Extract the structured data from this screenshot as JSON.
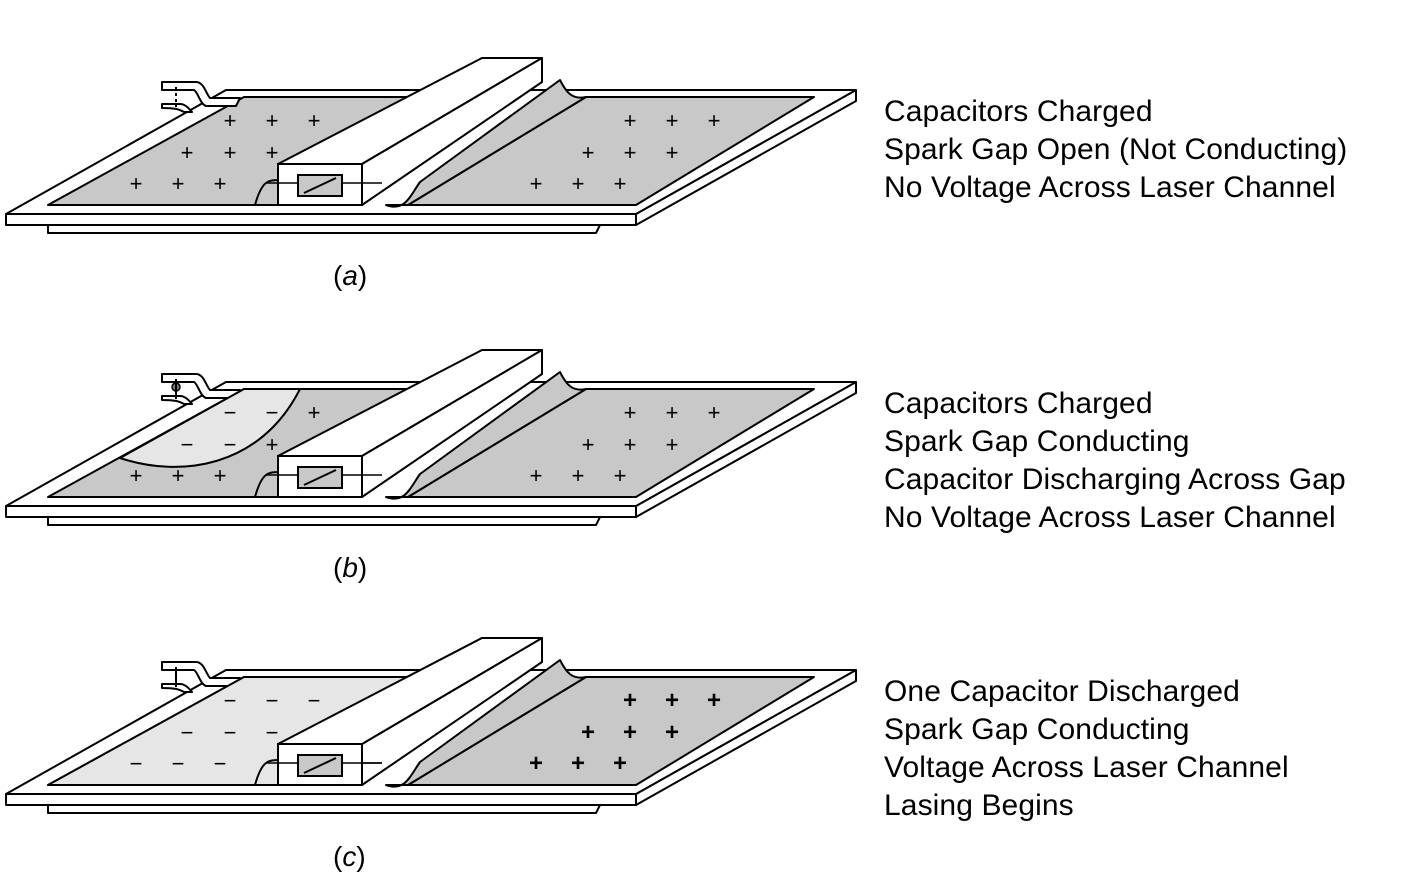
{
  "panels": [
    {
      "id": "a",
      "letter": "a",
      "lines": [
        "Capacitors Charged",
        "Spark Gap Open (Not Conducting)",
        "No Voltage Across Laser Channel"
      ],
      "left_plate": "charged",
      "spark_gap": "open",
      "right_plate": "charged"
    },
    {
      "id": "b",
      "letter": "b",
      "lines": [
        "Capacitors Charged",
        "Spark Gap Conducting",
        "Capacitor Discharging Across Gap",
        "No Voltage Across Laser Channel"
      ],
      "left_plate": "partially-discharged",
      "spark_gap": "conducting",
      "right_plate": "charged"
    },
    {
      "id": "c",
      "letter": "c",
      "lines": [
        "One Capacitor Discharged",
        "Spark Gap Conducting",
        "Voltage Across Laser Channel",
        "Lasing Begins"
      ],
      "left_plate": "discharged",
      "spark_gap": "conducting",
      "right_plate": "charged"
    }
  ],
  "colors": {
    "charged_plate": "#c8c8c8",
    "discharged_plate": "#e6e6e6",
    "outline": "#000000",
    "background": "#ffffff"
  }
}
